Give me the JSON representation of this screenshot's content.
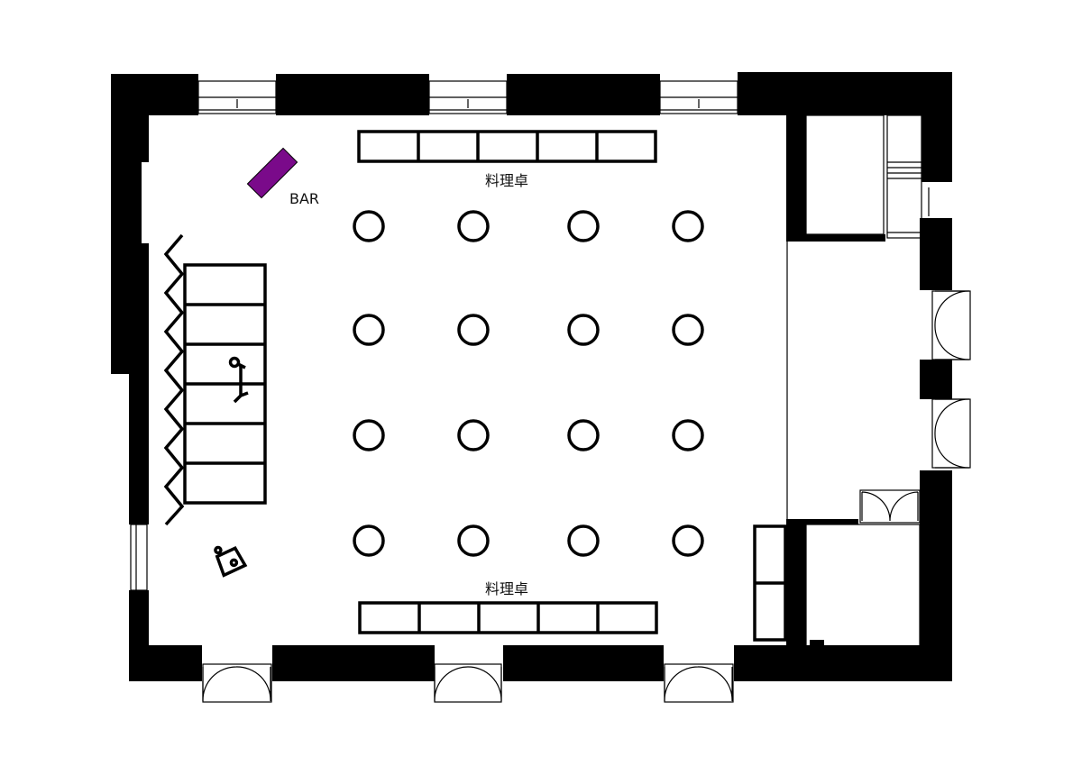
{
  "labels": {
    "bar": "BAR",
    "cooking_table_top": "料理卓",
    "cooking_table_bottom": "料理卓"
  },
  "colors": {
    "wall": "#000000",
    "bar_counter": "#7a0a8a",
    "background": "#ffffff"
  },
  "counts": {
    "round_tables": 16,
    "cooking_table_sections_each": 5,
    "sofa_sections": 6,
    "partition_zigzag_segments": 14
  },
  "icons": [
    "microphone-stand-icon",
    "bag-icon"
  ]
}
